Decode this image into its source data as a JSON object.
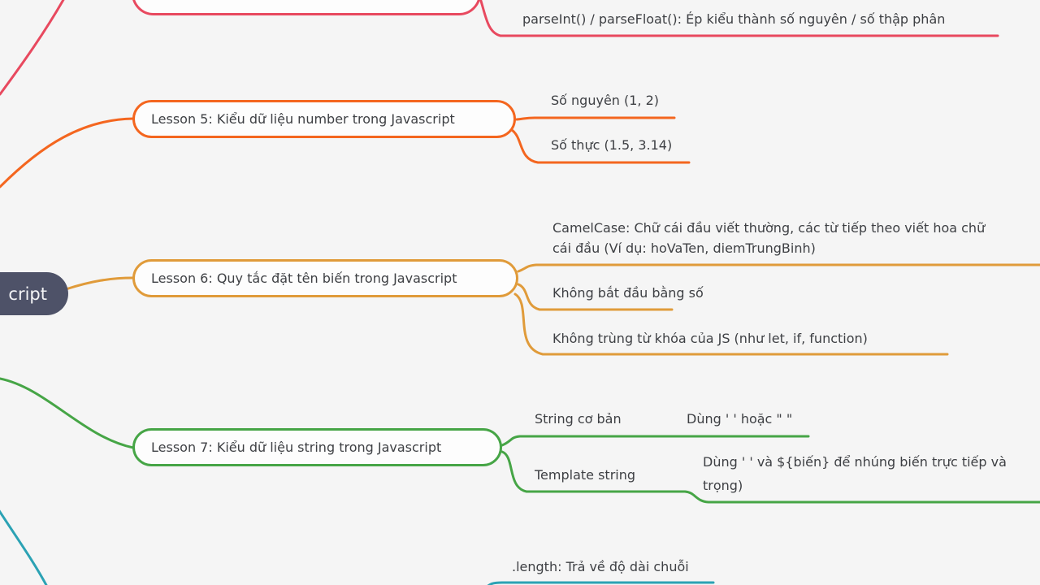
{
  "colors": {
    "crimson": "#e8495f",
    "orange": "#f4661f",
    "amber": "#e09b3a",
    "green": "#46a546",
    "teal": "#2ba2b4",
    "root_fill": "#4e5268",
    "node_fill": "#fdfdfd",
    "background": "#f5f5f5",
    "text": "#3e4044"
  },
  "root": {
    "label": "cript"
  },
  "branches": {
    "lesson4": {
      "child_parse": "parseInt() / parseFloat(): Ép kiểu thành số nguyên / số thập phân"
    },
    "lesson5": {
      "label": "Lesson 5: Kiểu dữ liệu number trong Javascript",
      "children": [
        "Số nguyên (1, 2)",
        "Số thực (1.5, 3.14)"
      ]
    },
    "lesson6": {
      "label": "Lesson 6: Quy tắc đặt tên biến trong Javascript",
      "camelcase_line1": "CamelCase: Chữ cái đầu viết thường, các từ tiếp theo viết hoa chữ",
      "camelcase_line2": "cái đầu (Ví dụ: hoVaTen, diemTrungBinh)",
      "rule2": "Không bắt đầu bằng số",
      "rule3": "Không trùng từ khóa của JS (như let, if, function)"
    },
    "lesson7": {
      "label": "Lesson 7: Kiểu dữ liệu string trong Javascript",
      "child1": "String cơ bản",
      "child1_detail": "Dùng ' ' hoặc \" \"",
      "child2": "Template string",
      "child2_detail_line1": "Dùng ' ' và ${biến} để nhúng biến trực tiếp và",
      "child2_detail_line2": "trọng)"
    },
    "lesson8": {
      "child_length": ".length: Trả về độ dài chuỗi"
    }
  }
}
